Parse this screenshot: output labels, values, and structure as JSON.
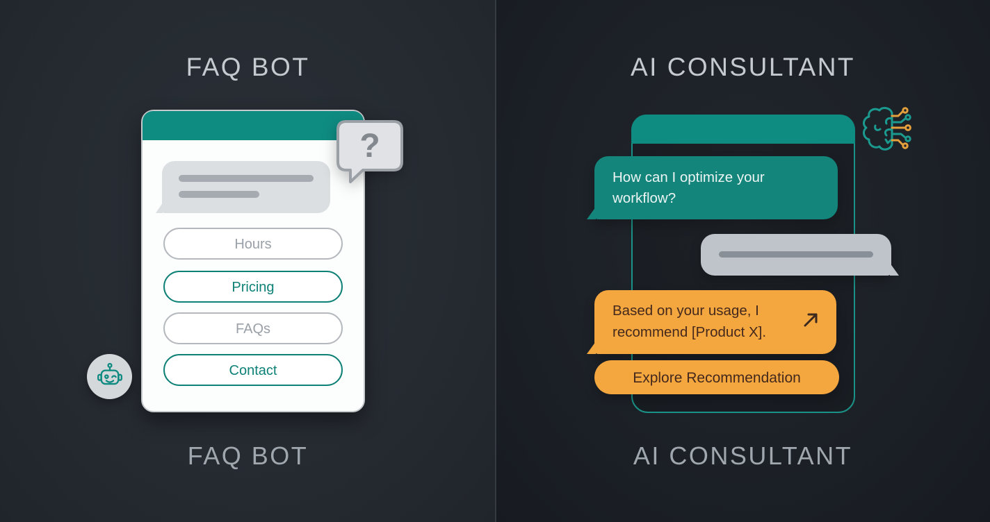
{
  "left": {
    "top_title": "FAQ BOT",
    "bottom_title": "FAQ BOT",
    "question_mark": "?",
    "buttons": [
      {
        "label": "Hours",
        "style": "muted"
      },
      {
        "label": "Pricing",
        "style": "accent"
      },
      {
        "label": "FAQs",
        "style": "muted"
      },
      {
        "label": "Contact",
        "style": "accent"
      }
    ]
  },
  "right": {
    "top_title": "AI CONSULTANT",
    "bottom_title": "AI CONSULTANT",
    "bot_message": "How can I optimize your workflow?",
    "recommendation_message": "Based on your usage, I recommend [Product X].",
    "cta_label": "Explore Recommendation"
  },
  "icons": {
    "robot": "robot-face-icon",
    "question": "question-speech-bubble-icon",
    "brain": "ai-brain-circuit-icon",
    "arrow": "arrow-up-right-icon"
  },
  "colors": {
    "teal_header": "#0F8C82",
    "teal_bubble": "#13857B",
    "teal_outline": "#0E8177",
    "orange": "#F4A63F",
    "bg_left": "#262B32",
    "bg_right": "#1C2127",
    "title_gray": "#C5CAD1"
  }
}
